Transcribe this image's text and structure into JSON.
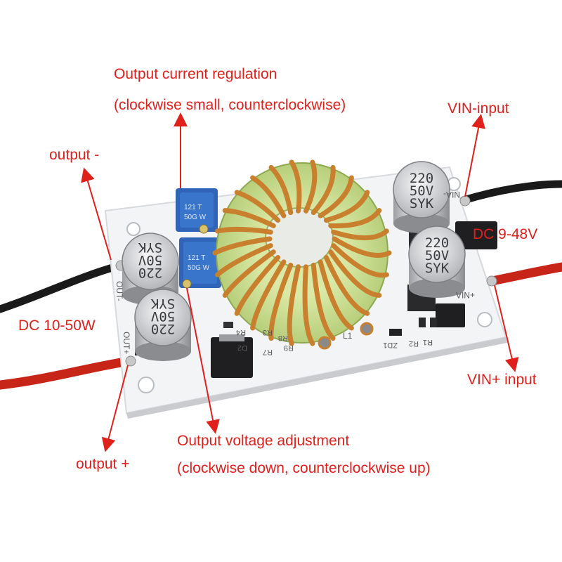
{
  "labels": {
    "current_regulation_title": "Output current regulation",
    "current_regulation_note": "(clockwise small, counterclockwise)",
    "vin_minus": "VIN-input",
    "output_minus": "output -",
    "dc_in_range": "DC 9-48V",
    "dc_out_range": "DC 10-50W",
    "vin_plus": "VIN+ input",
    "output_plus": "output +",
    "voltage_adjust_title": "Output voltage adjustment",
    "voltage_adjust_note": "(clockwise down, counterclockwise up)"
  },
  "capacitors": [
    {
      "id": "c-top-right",
      "lines": [
        "220",
        "50V",
        "SYK"
      ]
    },
    {
      "id": "c-mid-right",
      "lines": [
        "220",
        "50V",
        "SYK"
      ]
    },
    {
      "id": "c-left-top",
      "lines": [
        "220",
        "50V",
        "SYK"
      ]
    },
    {
      "id": "c-left-bottom",
      "lines": [
        "220",
        "50V",
        "SYK"
      ]
    }
  ],
  "silkscreen": {
    "out_minus": "OUT-",
    "out_plus": "OUT+",
    "in_plus": "+NIA",
    "in_minus": "NIA-",
    "inductor": "L1",
    "refs": [
      "R7",
      "R9",
      "D2",
      "R4",
      "R8",
      "R3",
      "ZD1",
      "R2",
      "R1"
    ]
  },
  "colors": {
    "label_red": "#e0201a",
    "board_white": "#f3f4f6",
    "toroid_green": "#c6dc8c",
    "copper_wire": "#c8802f",
    "potentiometer_blue": "#2f64b8",
    "wire_red": "#d32a1e",
    "wire_black": "#1a1a1a"
  }
}
